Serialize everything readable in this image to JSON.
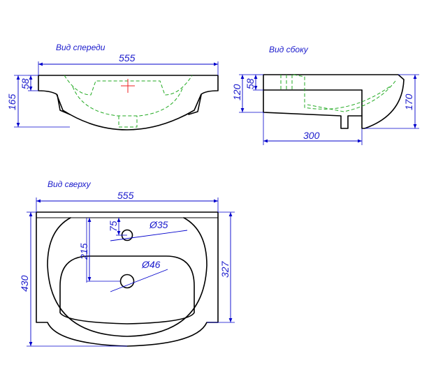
{
  "views": {
    "front": {
      "title": "Вид спереди",
      "width": "555",
      "top_thickness": "58",
      "height": "165"
    },
    "side": {
      "title": "Вид сбоку",
      "top_thickness": "58",
      "front_height": "120",
      "back_height": "170",
      "depth": "300"
    },
    "top": {
      "title": "Вид сверху",
      "width": "555",
      "faucet_offset": "75",
      "faucet_hole": "Ø35",
      "drain_offset": "215",
      "drain_hole": "Ø46",
      "depth": "430",
      "bowl_depth": "327"
    }
  },
  "colors": {
    "outline": "#000000",
    "dimension": "#0000cc",
    "hidden_line": "#22aa22",
    "centre_mark": "#ee2222"
  }
}
